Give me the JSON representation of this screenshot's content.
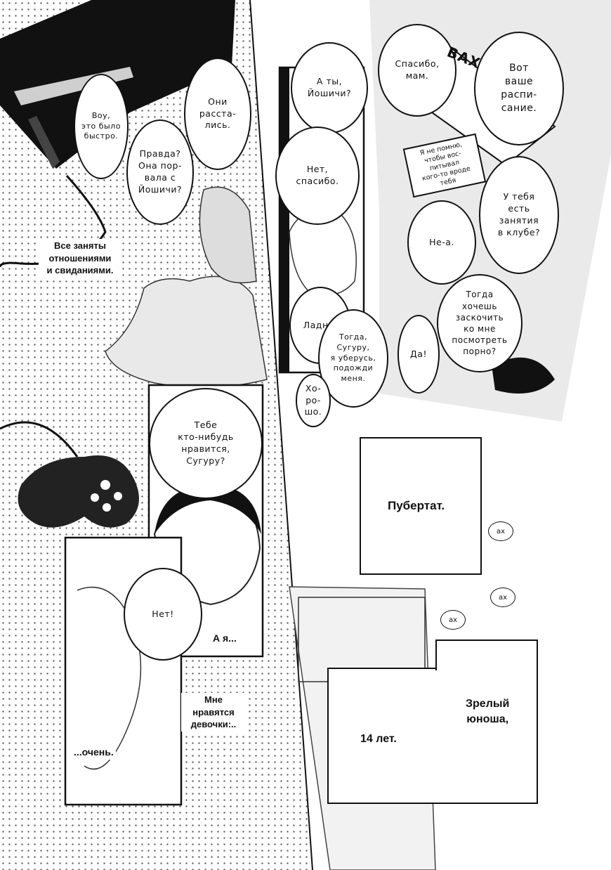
{
  "bubbles": {
    "b1": "Воу,\nэто было\nбыстро.",
    "b2": "Они\nрасста-\nлись.",
    "b3": "Правда?\nОна пор-\nвала с\nЙошичи?",
    "b4": "А ты,\nЙошичи?",
    "b5": "Нет,\nспасибо.",
    "b6": "Ладно.",
    "b7": "Тогда,\nСугуру,\nя уберусь,\nподожди\nменя.",
    "b8": "Хо-\nро-\nшо.",
    "b9": "Спасибо,\nмам.",
    "b10": "Вот\nваше\nраспи-\nсание.",
    "b11": "Я не помню,\nчтобы вос-\nпитывал\nкого-то вроде\nтебя",
    "b12": "У тебя\nесть\nзанятия\nв клубе?",
    "b13": "Не-а.",
    "b14": "Тогда\nхочешь\nзаскочить\nко мне\nпосмотреть\nпорно?",
    "b15": "Да!",
    "b16": "Тебе\nкто-нибудь\nнравится,\nСугуру?",
    "b17": "Нет!"
  },
  "narration": {
    "n1": "Все заняты\nотношениями\nи свиданиями.",
    "n2": "А я...",
    "n3": "...очень.",
    "n4": "Мне\nнравятся\nдевочки:.."
  },
  "boxes": {
    "puberty": "Пубертат.",
    "mature": "Зрелый\nюноша,",
    "age": "14 лет."
  },
  "sfx": {
    "bam": "BAX",
    "ah": "ах"
  }
}
